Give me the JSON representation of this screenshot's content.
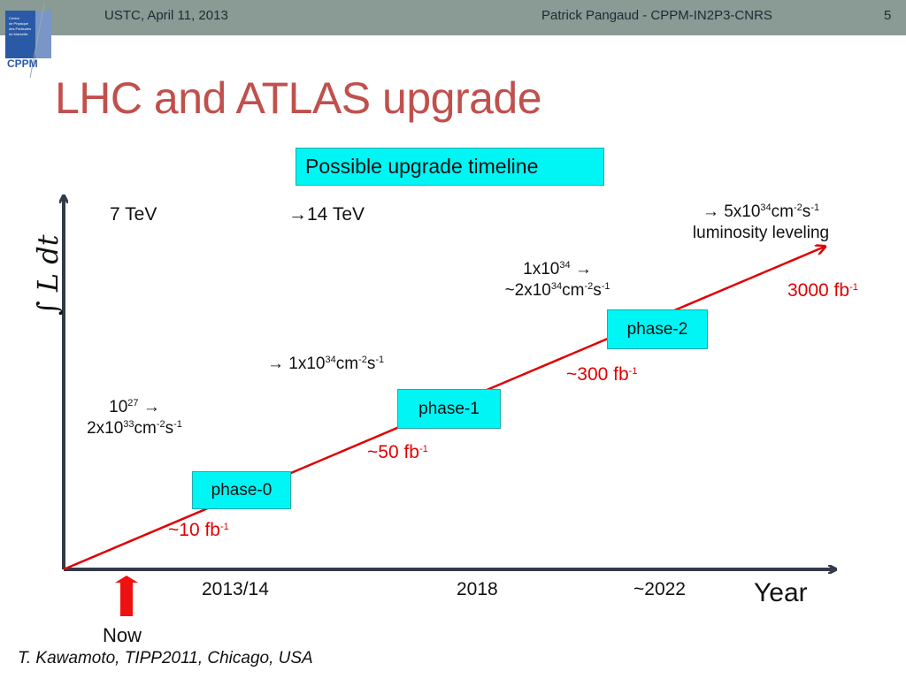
{
  "header": {
    "left": "USTC, April 11, 2013",
    "center": "Patrick Pangaud - CPPM-IN2P3-CNRS",
    "page": "5"
  },
  "logo": {
    "lines": [
      "Centre",
      "de Physique",
      "des Particules",
      "de Marseille"
    ],
    "acronym": "CPPM"
  },
  "title": "LHC and ATLAS upgrade",
  "timeline_title": "Possible upgrade timeline",
  "axes": {
    "y_label": "∫ L dt",
    "x_label": "Year",
    "x_ticks": [
      "2013/14",
      "2018",
      "~2022"
    ]
  },
  "energies": [
    "7 TeV",
    "→14 TeV"
  ],
  "phases": [
    "phase-0",
    "phase-1",
    "phase-2"
  ],
  "luminosity_notes": {
    "n1_a": "10",
    "n1_a_exp": "27",
    "n1_b": " →",
    "n1_c": "2x10",
    "n1_c_exp": "33",
    "n1_c_unit": "cm",
    "n1_c_e2": "-2",
    "n1_c_s": "s",
    "n1_c_e3": "-1",
    "n2_a": "→ 1x10",
    "n2_exp": "34",
    "n2_unit": "cm",
    "n2_e2": "-2",
    "n2_s": "s",
    "n2_e3": "-1",
    "n3_a": "1x10",
    "n3_exp": "34",
    "n3_b": " →",
    "n3_c": "~2x10",
    "n3_c_exp": "34",
    "n3_c_unit": "cm",
    "n3_c_e2": "-2",
    "n3_c_s": "s",
    "n3_c_e3": "-1",
    "n4_a": "→ 5x10",
    "n4_exp": "34",
    "n4_unit": "cm",
    "n4_e2": "-2",
    "n4_s": "s",
    "n4_e3": "-1",
    "n4_line2": "luminosity leveling"
  },
  "integrated": [
    {
      "value": "~10 fb",
      "exp": "-1"
    },
    {
      "value": "~50 fb",
      "exp": "-1"
    },
    {
      "value": "~300 fb",
      "exp": "-1"
    },
    {
      "value": "3000 fb",
      "exp": "-1"
    }
  ],
  "now_label": "Now",
  "footer": "T. Kawamoto, TIPP2011, Chicago, USA",
  "colors": {
    "title": "#c0504d",
    "box": "#00f5f5",
    "line": "#e00000",
    "arrow_now": "#ee1111",
    "topbar": "#8a9a94"
  }
}
